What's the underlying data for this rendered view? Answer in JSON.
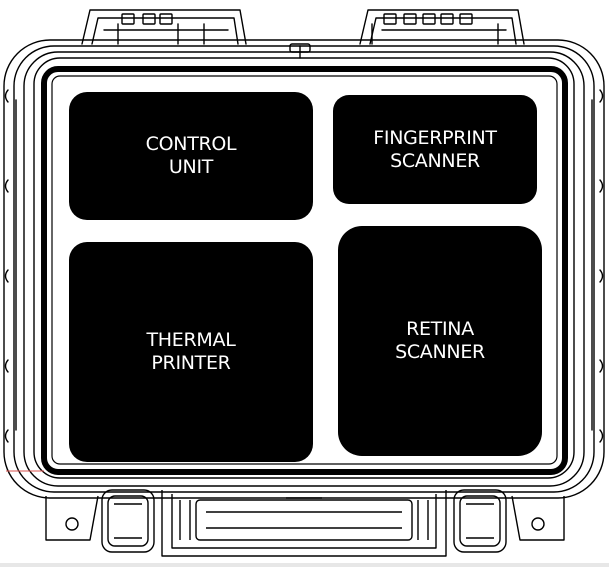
{
  "diagram": {
    "compartments": [
      {
        "id": "control",
        "text": "CONTROL\nUNIT"
      },
      {
        "id": "finger",
        "text": "FINGERPRINT\nSCANNER"
      },
      {
        "id": "thermal",
        "text": "THERMAL\nPRINTER"
      },
      {
        "id": "retina",
        "text": "RETINA\nSCANNER"
      }
    ]
  },
  "colors": {
    "compartment_fill": "#000000",
    "label_text": "#ffffff",
    "case_outline": "#000000",
    "background": "#ffffff"
  }
}
